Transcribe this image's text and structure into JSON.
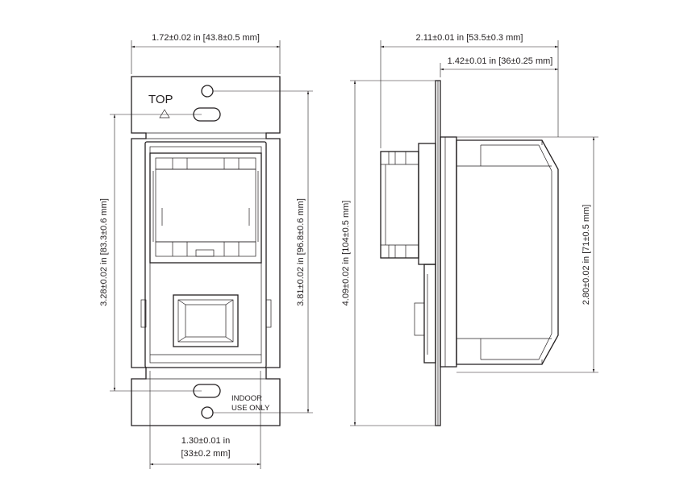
{
  "front_view": {
    "top_label": "TOP",
    "indoor_label_line1": "INDOOR",
    "indoor_label_line2": "USE ONLY",
    "width_dim": "1.72±0.02 in [43.8±0.5 mm]",
    "inner_height_dim": "3.28±0.02 in [83.3±0.6 mm]",
    "overall_height_dim": "3.81±0.02 in [96.8±0.6 mm]",
    "lens_width_dim_line1": "1.30±0.01 in",
    "lens_width_dim_line2": "[33±0.2 mm]"
  },
  "side_view": {
    "depth_dim": "2.11±0.01 in [53.5±0.3 mm]",
    "body_depth_dim": "1.42±0.01 in [36±0.25 mm]",
    "overall_height_dim": "4.09±0.02 in [104±0.5 mm]",
    "body_height_dim": "2.80±0.02 in [71±0.5 mm]"
  }
}
